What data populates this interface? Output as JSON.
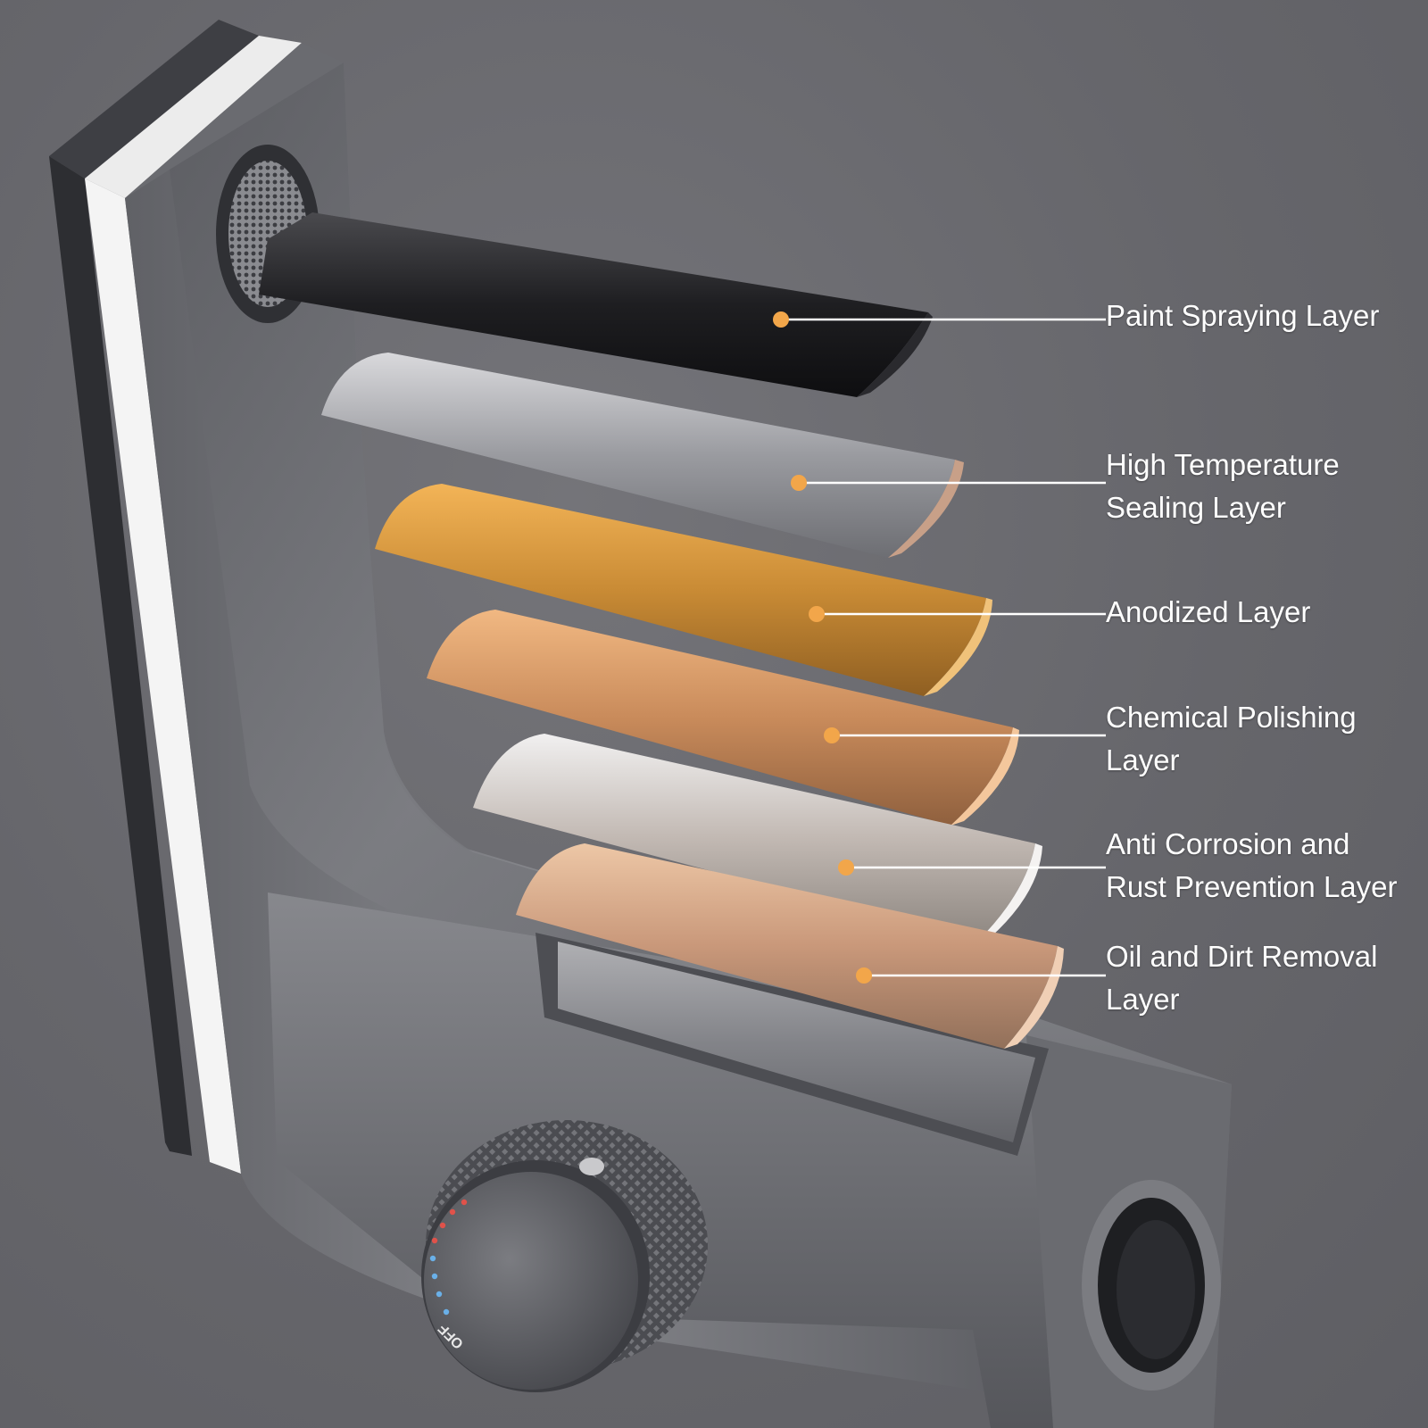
{
  "colors": {
    "background": "#68686d",
    "leader_dot": "#f2a64a",
    "leader_line": "#ffffff",
    "label_text": "#ffffff",
    "faucet_body": "#6f7074",
    "accent_stripe": "#ffffff"
  },
  "layers": [
    {
      "id": "paint-spraying",
      "lines": [
        "Paint Spraying Layer"
      ],
      "finish": "matte-black"
    },
    {
      "id": "high-temperature-sealing",
      "lines": [
        "High Temperature",
        "Sealing Layer"
      ],
      "finish": "silver"
    },
    {
      "id": "anodized",
      "lines": [
        "Anodized Layer"
      ],
      "finish": "gold"
    },
    {
      "id": "chemical-polishing",
      "lines": [
        "Chemical Polishing",
        "Layer"
      ],
      "finish": "copper"
    },
    {
      "id": "anti-corrosion",
      "lines": [
        "Anti Corrosion and",
        "Rust Prevention Layer"
      ],
      "finish": "pale-silver"
    },
    {
      "id": "oil-dirt-removal",
      "lines": [
        "Oil and Dirt Removal",
        "Layer"
      ],
      "finish": "rose-gold"
    }
  ],
  "knob": {
    "label": "OFF"
  }
}
